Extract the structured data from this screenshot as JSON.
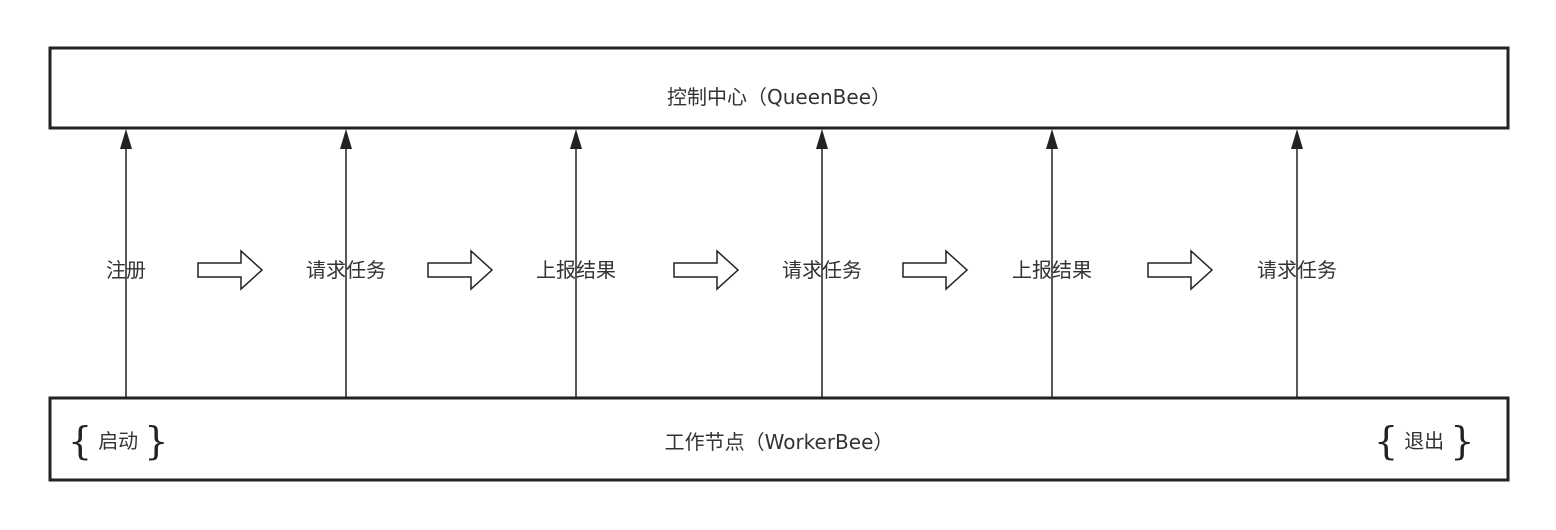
{
  "top_box": {
    "label": "控制中心（QueenBee）"
  },
  "bottom_box": {
    "label": "工作节点（WorkerBee）"
  },
  "start": {
    "brace_open": "{",
    "label": "启动",
    "brace_close": "}"
  },
  "exit": {
    "brace_open": "{",
    "label": "退出",
    "brace_close": "}"
  },
  "steps": [
    {
      "label": "注册"
    },
    {
      "label": "请求任务"
    },
    {
      "label": "上报结果"
    },
    {
      "label": "请求任务"
    },
    {
      "label": "上报结果"
    },
    {
      "label": "请求任务"
    }
  ],
  "colors": {
    "stroke": "#222222",
    "text": "#333333",
    "background": "#ffffff"
  }
}
